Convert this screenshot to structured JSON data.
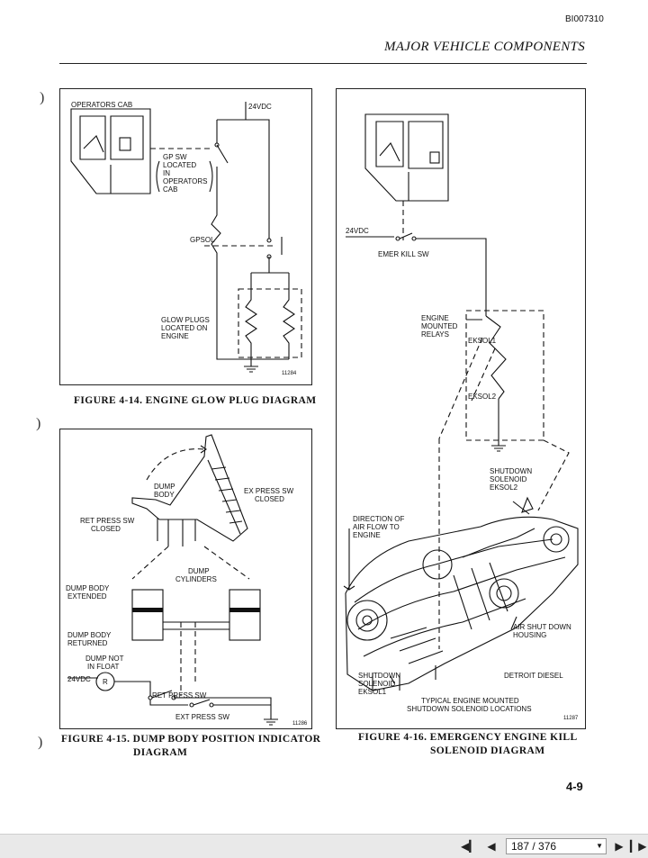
{
  "header": {
    "doc_id": "BI007310",
    "section_title": "MAJOR VEHICLE COMPONENTS"
  },
  "figures": {
    "fig14": {
      "caption": "FIGURE 4-14. ENGINE GLOW PLUG DIAGRAM",
      "labels": {
        "operators_cab": "OPERATORS CAB",
        "vdc": "24VDC",
        "gp_sw": [
          "GP SW",
          "LOCATED",
          "IN",
          "OPERATORS",
          "CAB"
        ],
        "gpsol": "GPSOL",
        "glow_plugs": [
          "GLOW PLUGS",
          "LOCATED ON",
          "ENGINE"
        ],
        "ref": "11284"
      }
    },
    "fig15": {
      "caption_line1": "FIGURE 4-15. DUMP BODY POSITION INDICATOR",
      "caption_line2": "DIAGRAM",
      "labels": {
        "dump_body": [
          "DUMP",
          "BODY"
        ],
        "ex_press_sw_closed": [
          "EX PRESS SW",
          "CLOSED"
        ],
        "ret_press_sw_closed": [
          "RET PRESS SW",
          "CLOSED"
        ],
        "dump_cylinders": [
          "DUMP",
          "CYLINDERS"
        ],
        "dump_body_extended": [
          "DUMP BODY",
          "EXTENDED"
        ],
        "dump_body_returned": [
          "DUMP BODY",
          "RETURNED"
        ],
        "dump_not_in_float": [
          "DUMP NOT",
          "IN FLOAT"
        ],
        "vdc": "24VDC",
        "r": "R",
        "ret_press_sw": "RET PRESS SW",
        "ext_press_sw": "EXT PRESS SW",
        "ref": "11286"
      }
    },
    "fig16": {
      "caption_line1": "FIGURE 4-16. EMERGENCY ENGINE KILL",
      "caption_line2": "SOLENOID DIAGRAM",
      "labels": {
        "vdc": "24VDC",
        "emer_kill_sw": "EMER KILL SW",
        "engine_mounted_relays": [
          "ENGINE",
          "MOUNTED",
          "RELAYS"
        ],
        "eksol1": "EKSOL1",
        "eksol2": "EKSOL2",
        "shutdown_solenoid_eksol2": [
          "SHUTDOWN",
          "SOLENOID",
          "EKSOL2"
        ],
        "direction_of_air_flow": [
          "DIRECTION OF",
          "AIR FLOW TO",
          "ENGINE"
        ],
        "air_shut_down_housing": [
          "AIR SHUT DOWN",
          "HOUSING"
        ],
        "shutdown_solenoid_eksol1": [
          "SHUTDOWN",
          "SOLENOID",
          "EKSOL1"
        ],
        "detroit_diesel": "DETROIT DIESEL",
        "typical": [
          "TYPICAL ENGINE MOUNTED",
          "SHUTDOWN SOLENOID LOCATIONS"
        ],
        "ref": "11287"
      }
    }
  },
  "page_number": "4-9",
  "viewer": {
    "page_indicator": "187 / 376",
    "icons": [
      "first-page-icon",
      "prev-page-icon",
      "next-page-icon",
      "last-page-icon"
    ]
  }
}
